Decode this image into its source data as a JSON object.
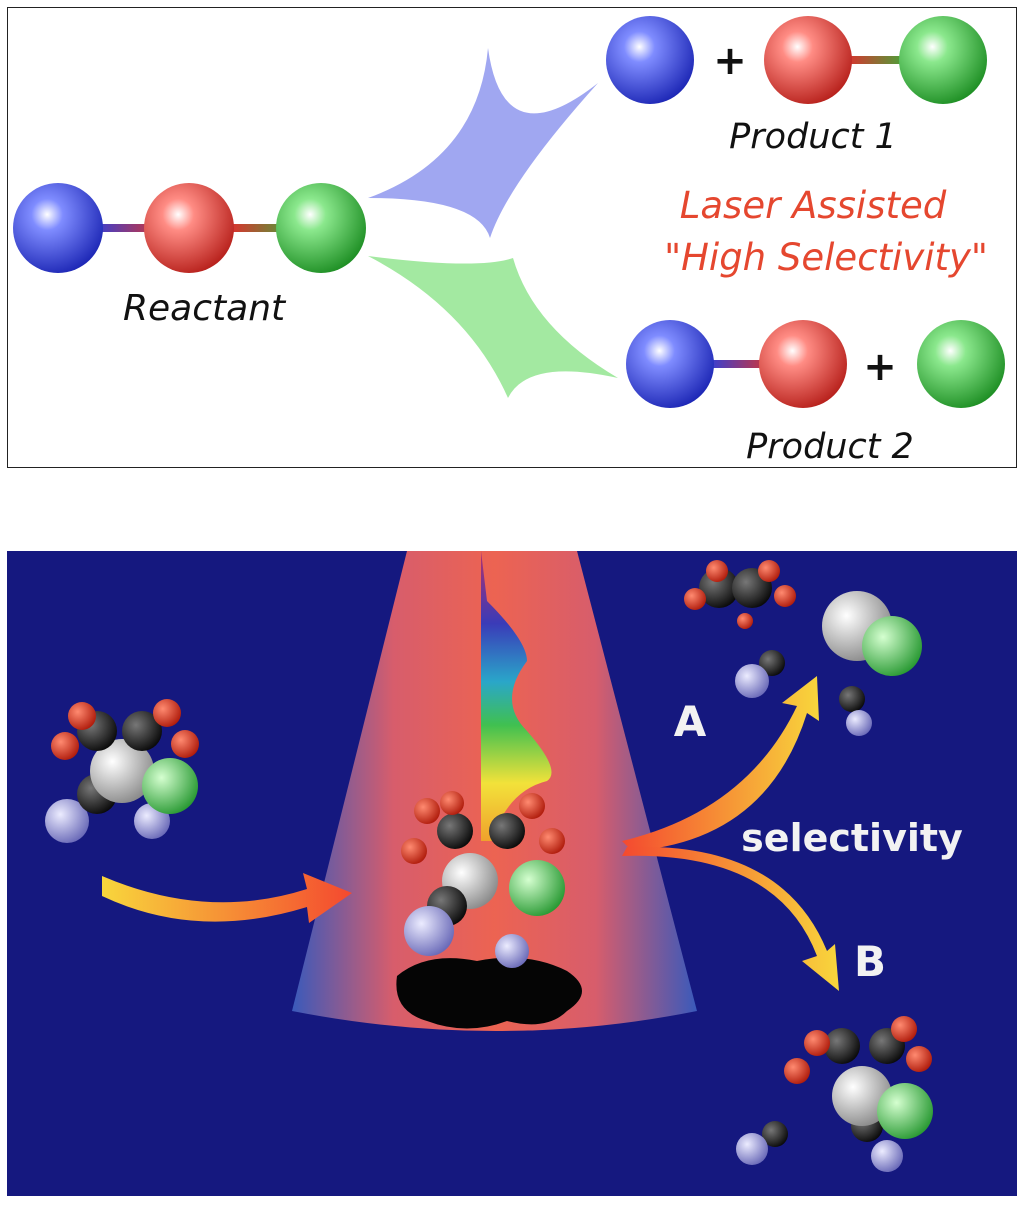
{
  "top_panel": {
    "reactant_label": "Reactant",
    "product1_label": "Product 1",
    "product2_label": "Product 2",
    "plus_sign": "+",
    "caption_line1": "Laser Assisted",
    "caption_line2": "\"High Selectivity\"",
    "colors": {
      "blue_atom": "#3346e0",
      "red_atom": "#e0443a",
      "green_atom": "#32b83a",
      "caption": "#e5472f",
      "pulse_blue": "#8f98ee",
      "pulse_green": "#93e590"
    }
  },
  "bottom_panel": {
    "label_a": "A",
    "label_b": "B",
    "selectivity_label": "selectivity",
    "colors": {
      "background": "#15187f",
      "beam": "#f0584b",
      "arrow": "#f7c93a"
    }
  }
}
